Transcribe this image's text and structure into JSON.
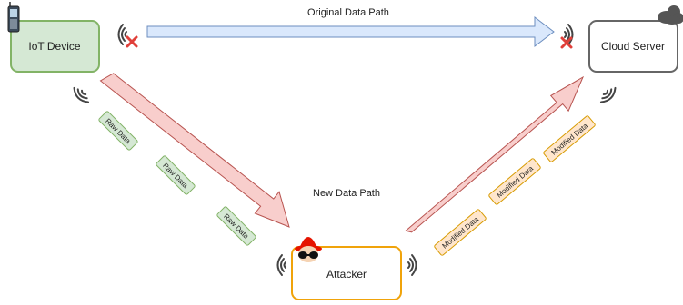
{
  "nodes": {
    "iot_device": "IoT Device",
    "cloud_server": "Cloud Server",
    "attacker": "Attacker"
  },
  "paths": {
    "original": "Original Data Path",
    "new": "New Data Path"
  },
  "packets": {
    "raw": [
      "Raw Data",
      "Raw Data",
      "Raw Data"
    ],
    "modified": [
      "Modified Data",
      "Modified Data",
      "Modified Data"
    ]
  },
  "colors": {
    "iot_fill": "#d5e8d4",
    "iot_stroke": "#82b366",
    "cloud_fill": "#ffffff",
    "cloud_stroke": "#666666",
    "attacker_fill": "#ffffff",
    "attacker_stroke": "#f0a30a",
    "original_arrow_fill": "#dae8fc",
    "original_arrow_stroke": "#6c8ebf",
    "attack_arrow_fill": "#f8cecc",
    "attack_arrow_stroke": "#b85450",
    "raw_fill": "#d5e8d4",
    "raw_stroke": "#82b366",
    "modified_fill": "#ffe6cc",
    "modified_stroke": "#d79b00",
    "blocked_mark": "#e0403a",
    "hat": "#e51400"
  },
  "icons": [
    "mobile-phone-icon",
    "cloud-icon",
    "hacker-icon",
    "wireless-signal-icon",
    "blocked-x-icon"
  ]
}
